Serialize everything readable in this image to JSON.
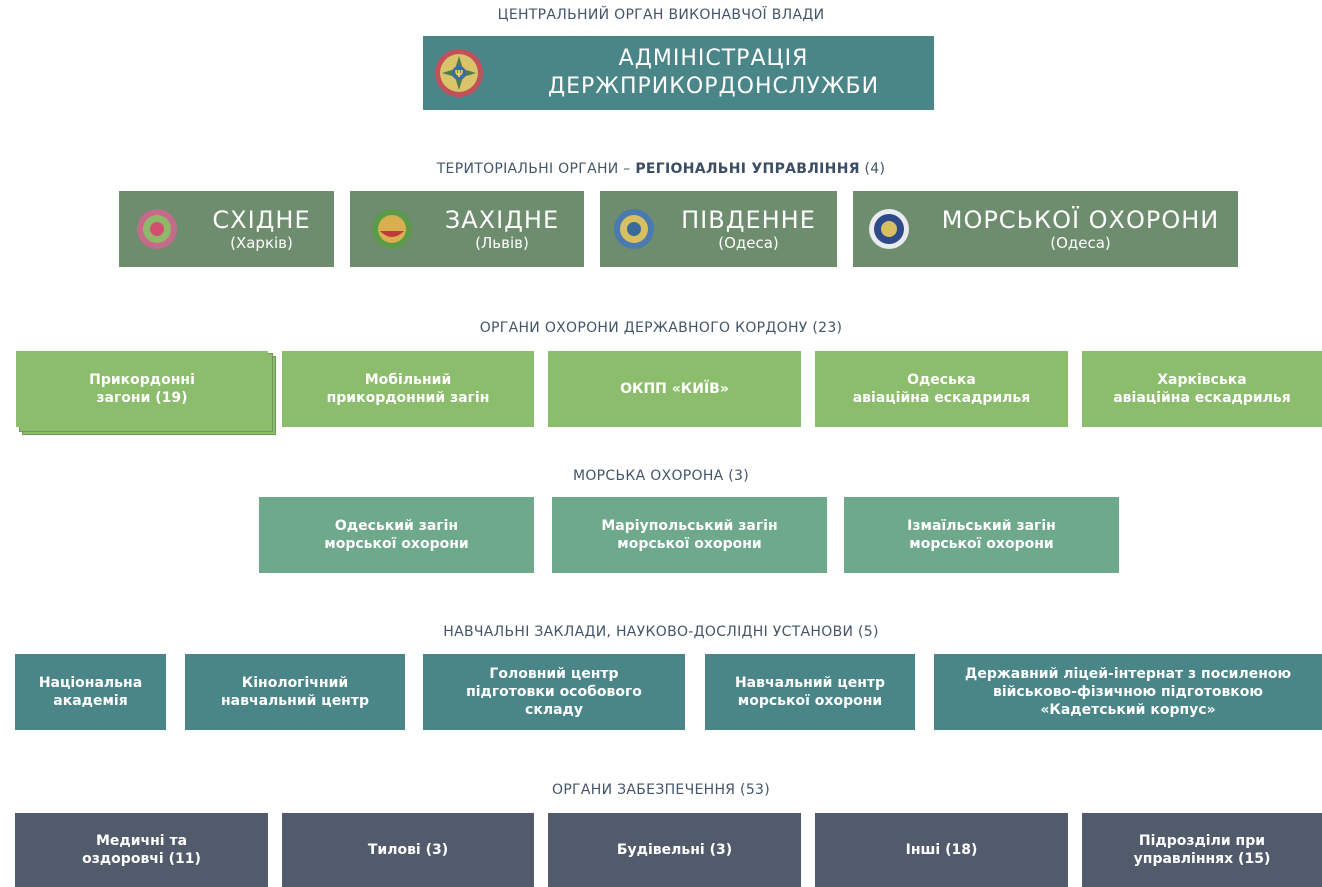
{
  "central": {
    "heading": "ЦЕНТРАЛЬНИЙ ОРГАН ВИКОНАВЧОЇ ВЛАДИ",
    "title": "АДМІНІСТРАЦІЯ\nДЕРЖПРИКОРДОНСЛУЖБИ"
  },
  "regional": {
    "heading_prefix": "ТЕРИТОРІАЛЬНІ ОРГАНИ – ",
    "heading_bold": "РЕГІОНАЛЬНІ УПРАВЛІННЯ",
    "heading_suffix": " (4)",
    "items": [
      {
        "name": "СХІДНЕ",
        "city": "(Харків)"
      },
      {
        "name": "ЗАХІДНЕ",
        "city": "(Львів)"
      },
      {
        "name": "ПІВДЕННЕ",
        "city": "(Одеса)"
      },
      {
        "name": "МОРСЬКОЇ ОХОРОНИ",
        "city": "(Одеса)"
      }
    ]
  },
  "border": {
    "heading": "ОРГАНИ ОХОРОНИ ДЕРЖАВНОГО КОРДОНУ (23)",
    "items": [
      "Прикордонні\nзагони (19)",
      "Мобільний\nприкордонний загін",
      "ОКПП  «КИЇВ»",
      "Одеська\nавіаційна ескадрилья",
      "Харківська\nавіаційна ескадрилья"
    ]
  },
  "maritime": {
    "heading": "МОРСЬКА ОХОРОНА  (3)",
    "items": [
      "Одеський загін\nморської охорони",
      "Маріупольський загін\nморської охорони",
      "Ізмаїльський загін\nморської охорони"
    ]
  },
  "education": {
    "heading": "НАВЧАЛЬНІ ЗАКЛАДИ, НАУКОВО-ДОСЛІДНІ УСТАНОВИ (5)",
    "items": [
      "Національна\nакадемія",
      "Кінологічний\nнавчальний центр",
      "Головний центр\nпідготовки особового\nскладу",
      "Навчальний центр\nморської охорони",
      "Державний ліцей-інтернат з посиленою\nвійськово-фізичною підготовкою\n«Кадетський корпус»"
    ]
  },
  "support": {
    "heading": "ОРГАНИ ЗАБЕЗПЕЧЕННЯ (53)",
    "items": [
      "Медичні та\nоздоровчі (11)",
      "Тилові (3)",
      "Будівельні (3)",
      "Інші (18)",
      "Підрозділи при\nуправліннях (15)"
    ]
  },
  "colors": {
    "central": "#4a8688",
    "regional": "#6e8c6e",
    "border": "#8cbd6c",
    "maritime": "#6fa98c",
    "education": "#4a8688",
    "support": "#525b6b"
  }
}
